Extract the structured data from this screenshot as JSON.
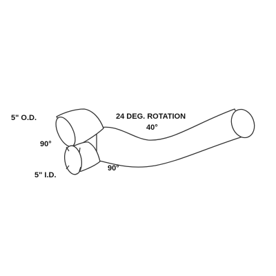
{
  "diagram": {
    "labels": {
      "outer_diameter": "5\" O.D.",
      "rotation": "24 DEG. ROTATION",
      "bend_upper_right": "40°",
      "bend_left": "90°",
      "inner_diameter": "5\" I.D.",
      "bend_lower": "90°"
    },
    "colors": {
      "stroke": "#333333",
      "fill": "#ffffff",
      "text": "#111111"
    }
  }
}
